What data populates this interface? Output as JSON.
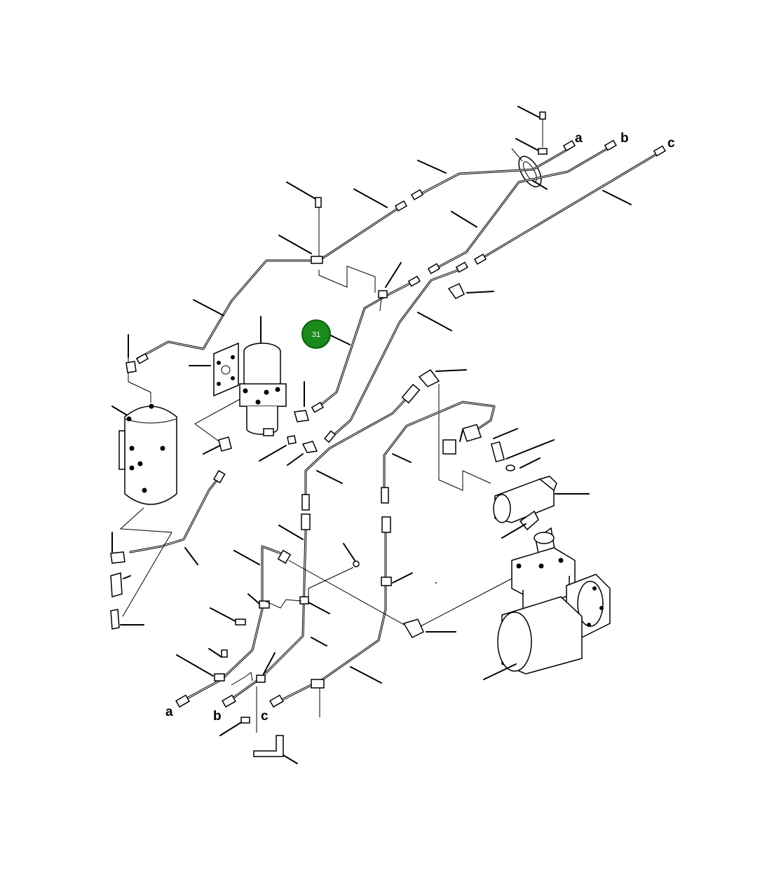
{
  "colors": {
    "line": "#000000",
    "background": "#ffffff",
    "hotspot_fill": "#1a8a1a",
    "hotspot_ring": "#0b5d0b",
    "hotspot_text": "#ffffff"
  },
  "hotspot": {
    "label": "31"
  },
  "connection_labels": {
    "top_a": "a",
    "top_b": "b",
    "top_c": "c",
    "bottom_a": "a",
    "bottom_b": "b",
    "bottom_c": "c"
  }
}
